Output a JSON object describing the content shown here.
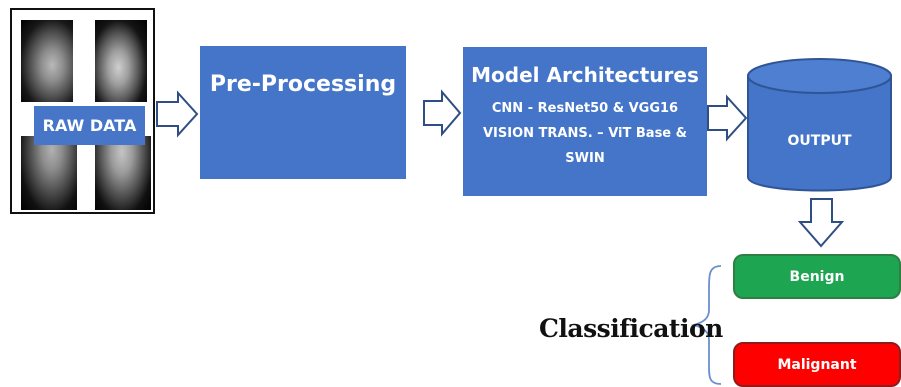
{
  "raw_data": {
    "label": "RAW DATA"
  },
  "preprocessing": {
    "label": "Pre-Processing"
  },
  "model": {
    "title": "Model Architectures",
    "lines": [
      "CNN - ResNet50 & VGG16",
      "VISION TRANS. – ViT Base &",
      "SWIN"
    ]
  },
  "output": {
    "label": "OUTPUT"
  },
  "classification": {
    "label": "Classification",
    "classes": [
      "Benign",
      "Malignant"
    ]
  },
  "colors": {
    "box_blue": "#4475c8",
    "benign_green": "#1ea552",
    "malignant_red": "#ff0000"
  }
}
